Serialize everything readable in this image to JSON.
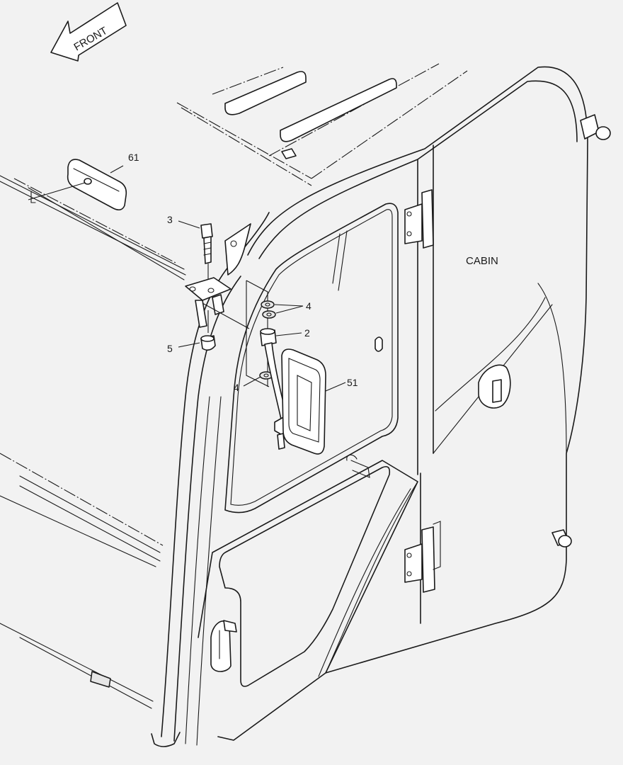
{
  "direction_arrow": {
    "label": "FRONT"
  },
  "cabin_label": "CABIN",
  "callouts": [
    {
      "id": "61",
      "part": "rectangular rear-view mirror"
    },
    {
      "id": "3",
      "part": "bolt"
    },
    {
      "id": "4a",
      "text": "4",
      "part": "washers (upper)"
    },
    {
      "id": "2",
      "part": "mirror stay / arm"
    },
    {
      "id": "5",
      "part": "cap nut"
    },
    {
      "id": "4b",
      "text": "4",
      "part": "washer (lower)"
    },
    {
      "id": "51",
      "part": "side mirror"
    }
  ],
  "labels": {
    "c61": "61",
    "c3": "3",
    "c4a": "4",
    "c2": "2",
    "c5": "5",
    "c4b": "4",
    "c51": "51"
  }
}
